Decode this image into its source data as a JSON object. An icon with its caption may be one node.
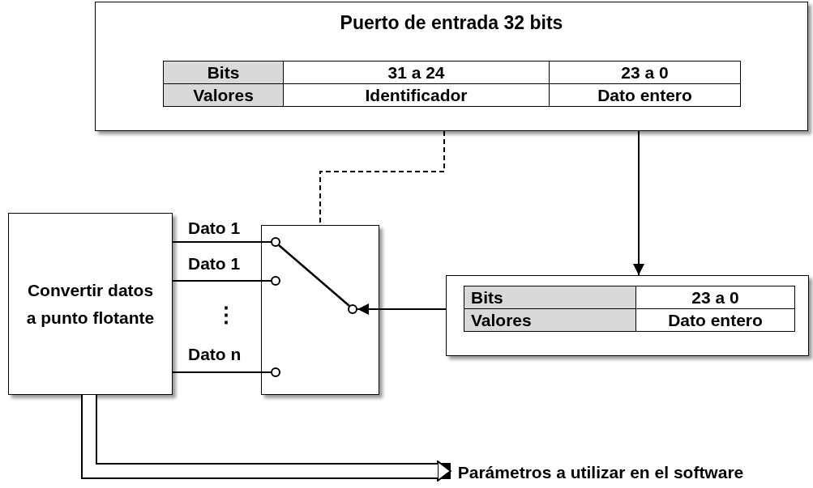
{
  "diagram": {
    "nodes": [
      {
        "text": [
          "Puerto de entrada 32 bits",
          "Bits",
          "31 a 24",
          "23 a 0",
          "Valores",
          "Identificador",
          "Dato entero"
        ]
      },
      {
        "text": [],
        "shape": "box"
      },
      {
        "text": [
          "Convertir datos a punto flotante"
        ]
      },
      {
        "text": [
          "Bits",
          "23 a 0",
          "Valores",
          "Dato entero"
        ]
      },
      {
        "text": [
          "Parámetros a utilizar en el software"
        ]
      }
    ],
    "edges": [
      {
        "from": 0,
        "to": 3,
        "arrow": "to"
      },
      {
        "from": 0,
        "to": 1,
        "arrow": "none",
        "style": "dashed"
      },
      {
        "from": 3,
        "to": 1,
        "arrow": "to"
      },
      {
        "from": 2,
        "to": 1,
        "arrow": "none",
        "label": "Dato 1"
      },
      {
        "from": 2,
        "to": 1,
        "arrow": "none",
        "label": "Dato 1"
      },
      {
        "from": 2,
        "to": 1,
        "arrow": "none",
        "label": "Dato n"
      },
      {
        "from": 2,
        "to": 4,
        "arrow": "to",
        "style": "thick"
      }
    ],
    "labels": [
      "⋮"
    ]
  }
}
